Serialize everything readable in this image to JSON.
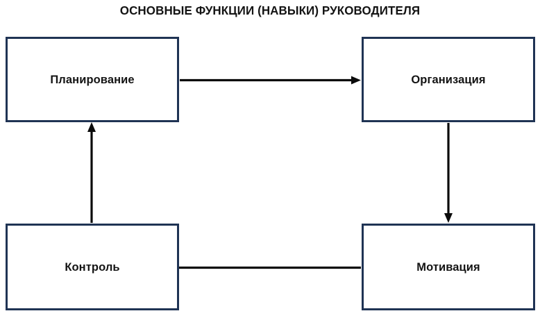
{
  "diagram": {
    "title": "ОСНОВНЫЕ ФУНКЦИИ (НАВЫКИ) РУКОВОДИТЕЛЯ",
    "type": "cycle-flowchart",
    "background_color": "#ffffff",
    "box_border_color": "#1f3354",
    "box_fill_color": "#ffffff",
    "label_color": "#141414",
    "arrow_color": "#0b0b0b",
    "nodes": [
      {
        "id": "planning",
        "label": "Планирование",
        "position": "top-left"
      },
      {
        "id": "organization",
        "label": "Организация",
        "position": "top-right"
      },
      {
        "id": "motivation",
        "label": "Мотивация",
        "position": "bottom-right"
      },
      {
        "id": "control",
        "label": "Контроль",
        "position": "bottom-left"
      }
    ],
    "edges": [
      {
        "id": "planning-to-organization",
        "from": "planning",
        "to": "organization",
        "direction": "right",
        "label": ""
      },
      {
        "id": "organization-to-motivation",
        "from": "organization",
        "to": "motivation",
        "direction": "down",
        "label": ""
      },
      {
        "id": "motivation-to-control",
        "from": "motivation",
        "to": "control",
        "direction": "left",
        "label": ""
      },
      {
        "id": "control-to-planning",
        "from": "control",
        "to": "planning",
        "direction": "up",
        "label": ""
      }
    ]
  }
}
